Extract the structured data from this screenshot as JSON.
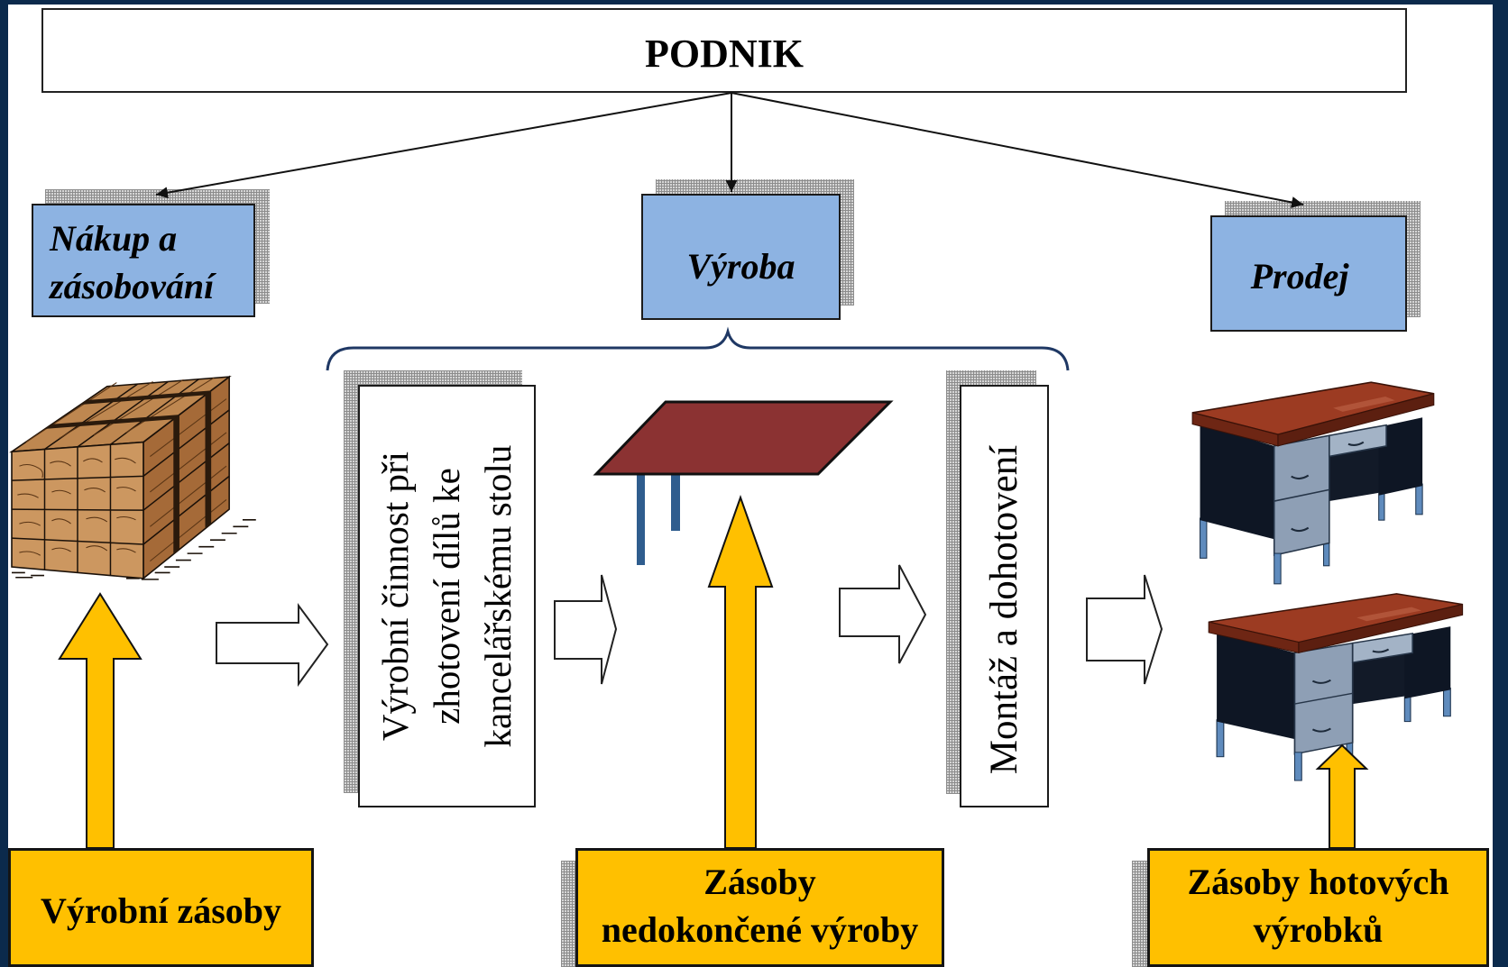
{
  "header": {
    "title": "PODNIK"
  },
  "departments": [
    {
      "lines": [
        "Nákup a",
        "zásobování"
      ]
    },
    {
      "lines": [
        "Výroba"
      ]
    },
    {
      "lines": [
        "Prodej"
      ]
    }
  ],
  "processes": [
    {
      "lines": [
        "Výrobní činnost při",
        "zhotovení dílů ke",
        "kancelářskému stolu"
      ]
    },
    {
      "lines": [
        "Montáž a dohotovení"
      ]
    }
  ],
  "inventories": [
    {
      "lines": [
        "Výrobní zásoby"
      ]
    },
    {
      "lines": [
        "Zásoby",
        "nedokončené výroby"
      ]
    },
    {
      "lines": [
        "Zásoby hotových",
        "výrobků"
      ]
    }
  ],
  "illustrations": {
    "raw_material": "lumber-stack",
    "semi_finished": "table-top-with-legs",
    "finished": "office-desk"
  },
  "colors": {
    "frame": "#0b2a4c",
    "department_fill": "#8db3e2",
    "inventory_fill": "#ffc000",
    "brace": "#1f3864",
    "table_top": "#8b3232",
    "table_legs": "#2f5d8e"
  }
}
